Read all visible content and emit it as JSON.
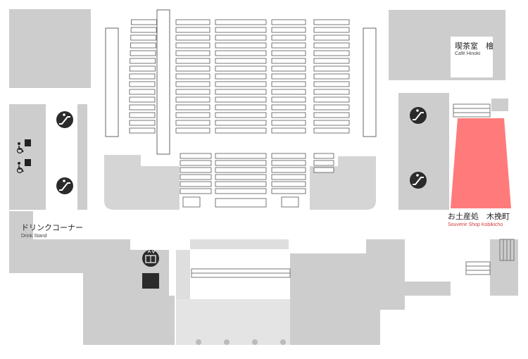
{
  "map": {
    "labels": {
      "cafe_ja": "喫茶室　檜",
      "cafe_en": "Café Hinoki",
      "drink_ja": "ドリンクコーナー",
      "drink_en": "Drink Stand",
      "souvenir_ja": "お土産処　木挽町",
      "souvenir_en": "Souvenir Shop Kobikicho"
    },
    "highlight": {
      "area": "Souvenir Shop Kobikicho",
      "color": "#ff7b7b"
    },
    "colors": {
      "building": "#cdcdcd",
      "building_light": "#dedede",
      "seat_stroke": "#555555",
      "icon_bg": "#2b2b2b"
    },
    "icons": [
      "escalator-icon",
      "wheelchair-toilet-icon",
      "elevator-icon"
    ]
  }
}
